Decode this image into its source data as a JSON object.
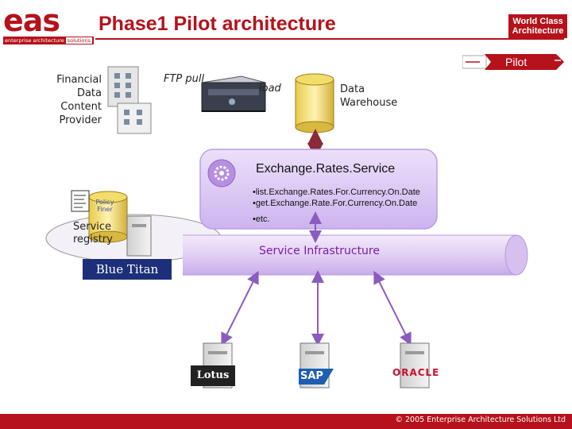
{
  "header": {
    "logo_text": "eas",
    "logo_tagline": "enterprise architecture",
    "logo_tag_solutions": "solutions",
    "title": "Phase1 Pilot architecture",
    "badge_line1": "World Class",
    "badge_line2": "Architecture"
  },
  "pilot_marker": {
    "label": "Pilot"
  },
  "nodes": {
    "provider": {
      "line1": "Financial",
      "line2": "Data",
      "line3": "Content",
      "line4": "Provider"
    },
    "ftp_pull": "FTP pull",
    "load": "load",
    "warehouse": {
      "line1": "Data",
      "line2": "Warehouse"
    },
    "service": {
      "name": "Exchange.Rates.Service",
      "operations": [
        "•list.Exchange.Rates.For.Currency.On.Date",
        "•get.Exchange.Rate.For.Currency.On.Date",
        "•etc."
      ]
    },
    "registry": {
      "line1": "Service",
      "line2": "registry",
      "policy_line1": "Policy",
      "policy_line2": "Finer"
    },
    "bus_label": "Service Infrastructure",
    "blue_titan": "Blue Titan",
    "vendors": [
      "Lotus",
      "SAP",
      "ORACLE"
    ]
  },
  "footer": {
    "copyright": "© 2005 Enterprise Architecture Solutions Ltd"
  },
  "colors": {
    "brand_red": "#b5121b",
    "service_purple": "#d9c7f2",
    "bus_purple": "#e4d3f4",
    "arrow_purple": "#8a5cc0",
    "blue_titan": "#1c2f78"
  }
}
